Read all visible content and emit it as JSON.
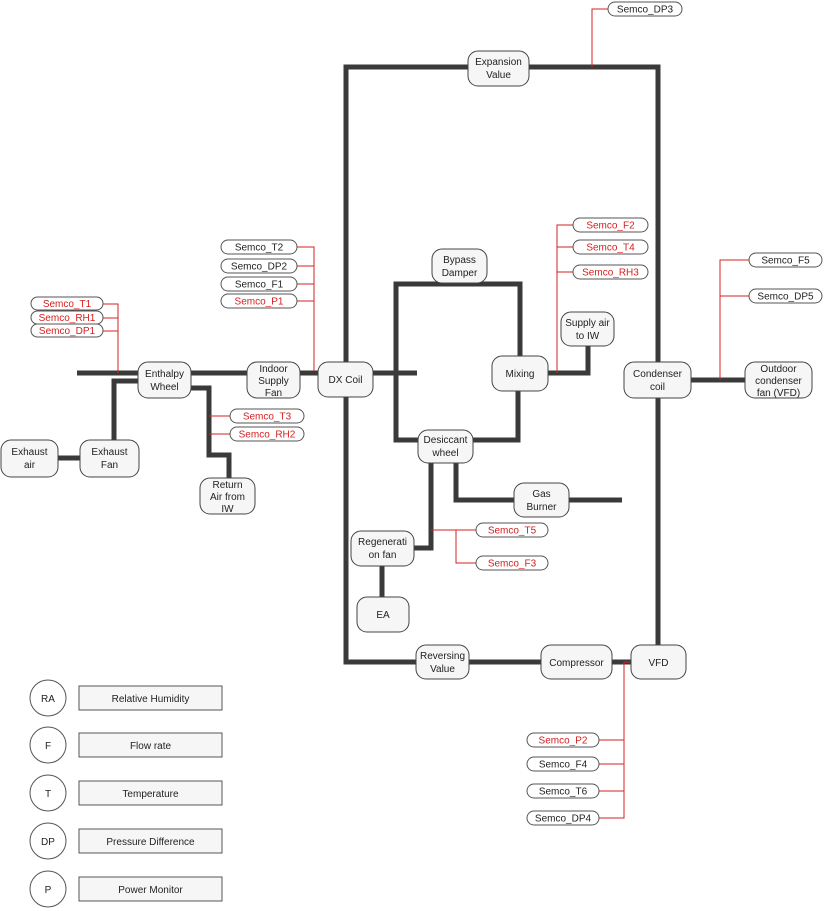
{
  "components": {
    "expansion_value": [
      "Expansion",
      "Value"
    ],
    "bypass_damper": [
      "Bypass",
      "Damper"
    ],
    "supply_air_to_iw": [
      "Supply air",
      "to IW"
    ],
    "enthalpy_wheel": [
      "Enthalpy",
      "Wheel"
    ],
    "indoor_supply_fan": [
      "Indoor",
      "Supply",
      "Fan"
    ],
    "dx_coil": [
      "DX Coil"
    ],
    "mixing": [
      "Mixing"
    ],
    "condenser_coil": [
      "Condenser",
      "coil"
    ],
    "outdoor_condenser_fan": [
      "Outdoor",
      "condenser",
      "fan (VFD)"
    ],
    "exhaust_air": [
      "Exhaust",
      "air"
    ],
    "exhaust_fan": [
      "Exhaust",
      "Fan"
    ],
    "desiccant_wheel": [
      "Desiccant",
      "wheel"
    ],
    "return_air_from_iw": [
      "Return",
      "Air from",
      "IW"
    ],
    "gas_burner": [
      "Gas",
      "Burner"
    ],
    "regeneration_fan": [
      "Regenerati",
      "on fan"
    ],
    "ea": [
      "EA"
    ],
    "reversing_value": [
      "Reversing",
      "Value"
    ],
    "compressor": [
      "Compressor"
    ],
    "vfd": [
      "VFD"
    ]
  },
  "sensors": {
    "dp3": "Semco_DP3",
    "t2": "Semco_T2",
    "dp2": "Semco_DP2",
    "f1": "Semco_F1",
    "p1": "Semco_P1",
    "f2": "Semco_F2",
    "t4": "Semco_T4",
    "rh3": "Semco_RH3",
    "f5": "Semco_F5",
    "dp5": "Semco_DP5",
    "t1": "Semco_T1",
    "rh1": "Semco_RH1",
    "dp1": "Semco_DP1",
    "t3": "Semco_T3",
    "rh2": "Semco_RH2",
    "t5": "Semco_T5",
    "f3": "Semco_F3",
    "p2": "Semco_P2",
    "f4": "Semco_F4",
    "t6": "Semco_T6",
    "dp4": "Semco_DP4"
  },
  "legend": [
    {
      "symbol": "RA",
      "label": "Relative Humidity"
    },
    {
      "symbol": "F",
      "label": "Flow rate"
    },
    {
      "symbol": "T",
      "label": "Temperature"
    },
    {
      "symbol": "DP",
      "label": "Pressure Difference"
    },
    {
      "symbol": "P",
      "label": "Power Monitor"
    }
  ],
  "colors": {
    "pipe": "#3a3a3a",
    "sensor_wire": "#d42020",
    "sensor_text_red": "#d42020",
    "sensor_text_black": "#222222"
  }
}
